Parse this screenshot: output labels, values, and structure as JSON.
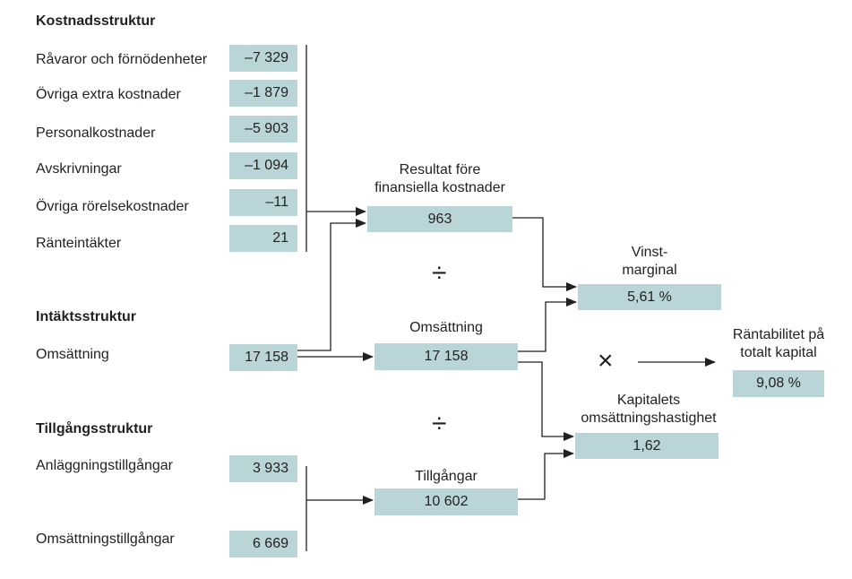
{
  "sections": {
    "cost": "Kostnadsstruktur",
    "revenue": "Intäktsstruktur",
    "assets": "Tillgångsstruktur"
  },
  "cost_items": [
    {
      "label": "Råvaror och förnödenheter",
      "value": "–7 329"
    },
    {
      "label": "Övriga extra kostnader",
      "value": "–1 879"
    },
    {
      "label": "Personalkostnader",
      "value": "–5 903"
    },
    {
      "label": "Avskrivningar",
      "value": "–1 094"
    },
    {
      "label": "Övriga rörelsekostnader",
      "value": "–11"
    },
    {
      "label": "Ränteintäkter",
      "value": "21"
    }
  ],
  "revenue_items": [
    {
      "label": "Omsättning",
      "value": "17 158"
    }
  ],
  "asset_items": [
    {
      "label": "Anläggningstillgångar",
      "value": "3 933"
    },
    {
      "label": "Omsättningstillgångar",
      "value": "6 669"
    }
  ],
  "middle": {
    "result": {
      "caption_line1": "Resultat före",
      "caption_line2": "finansiella kostnader",
      "value": "963"
    },
    "divide_symbol": "÷",
    "turnover": {
      "caption": "Omsättning",
      "value": "17 158"
    },
    "assets": {
      "caption": "Tillgångar",
      "value": "10 602"
    }
  },
  "right": {
    "margin": {
      "caption_line1": "Vinst-",
      "caption_line2": "marginal",
      "value": "5,61 %"
    },
    "multiply_symbol": "×",
    "turnover_rate": {
      "caption_line1": "Kapitalets",
      "caption_line2": "omsättningshastighet",
      "value": "1,62"
    },
    "roa": {
      "caption_line1": "Räntabilitet på",
      "caption_line2": "totalt kapital",
      "value": "9,08 %"
    }
  }
}
